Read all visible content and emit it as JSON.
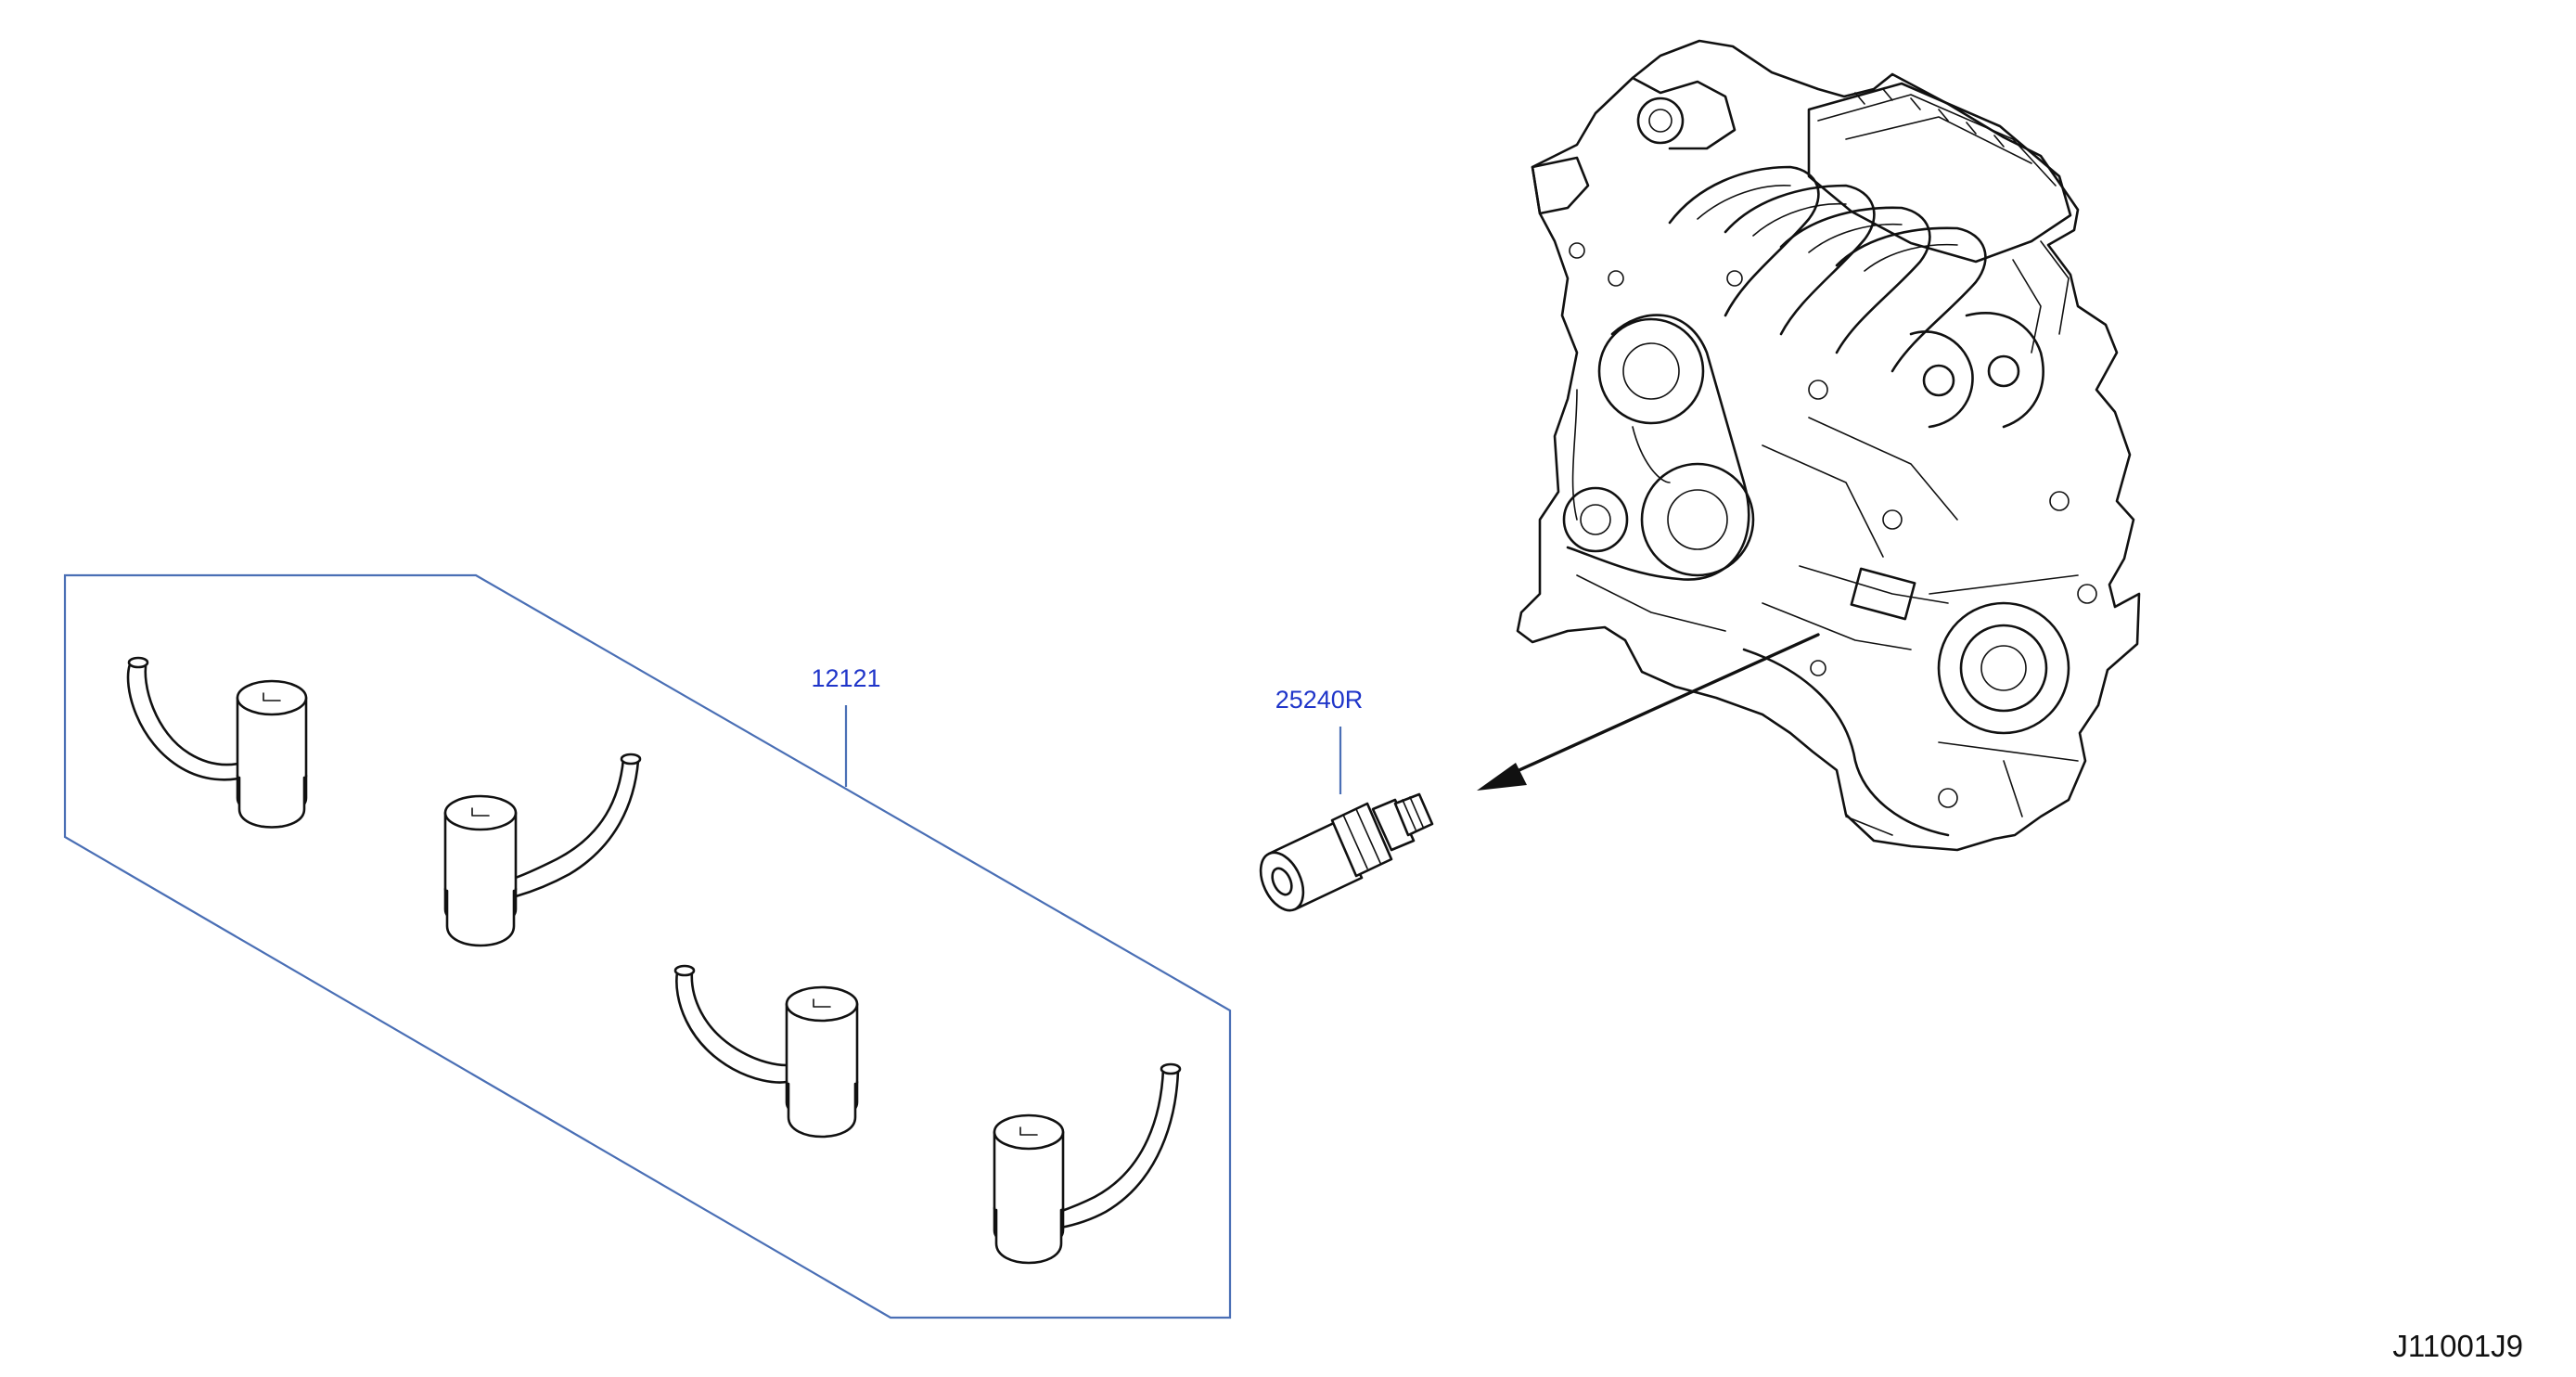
{
  "diagram_code": "J11001J9",
  "callouts": {
    "part_12121": "12121",
    "part_25240r": "25240R"
  },
  "colors": {
    "callout_text": "#1f35c9",
    "leader_line": "#4a6fb5",
    "drawing_ink": "#111111"
  },
  "illustrations": [
    "engine-assembly",
    "ignition-coil-1",
    "ignition-coil-2",
    "ignition-coil-3",
    "ignition-coil-4",
    "oil-pressure-switch"
  ]
}
